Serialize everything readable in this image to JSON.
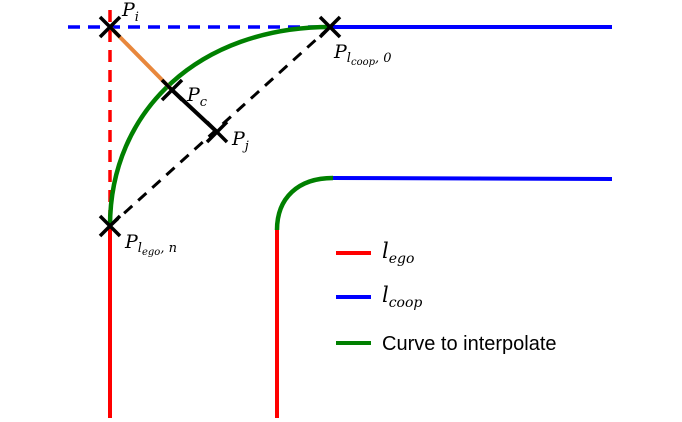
{
  "labels": {
    "pi": {
      "base": "P",
      "sub": "i"
    },
    "pc": {
      "base": "P",
      "sub": "c"
    },
    "pj": {
      "base": "P",
      "sub": "j"
    },
    "plcoop0": {
      "base": "P",
      "sub": "l",
      "subsub": "coop",
      "suffix": ", 0"
    },
    "plegon": {
      "base": "P",
      "sub": "l",
      "subsub": "ego",
      "suffix": ", n"
    }
  },
  "legend": {
    "items": [
      {
        "base": "l",
        "sub": "ego",
        "color": "#ff0000"
      },
      {
        "base": "l",
        "sub": "coop",
        "color": "#0000ff"
      },
      {
        "text": "Curve to interpolate",
        "color": "#008000"
      }
    ]
  },
  "colors": {
    "ego": "#ff0000",
    "coop": "#0000ff",
    "curve": "#008000",
    "orange": "#e8873c",
    "black": "#000000"
  }
}
